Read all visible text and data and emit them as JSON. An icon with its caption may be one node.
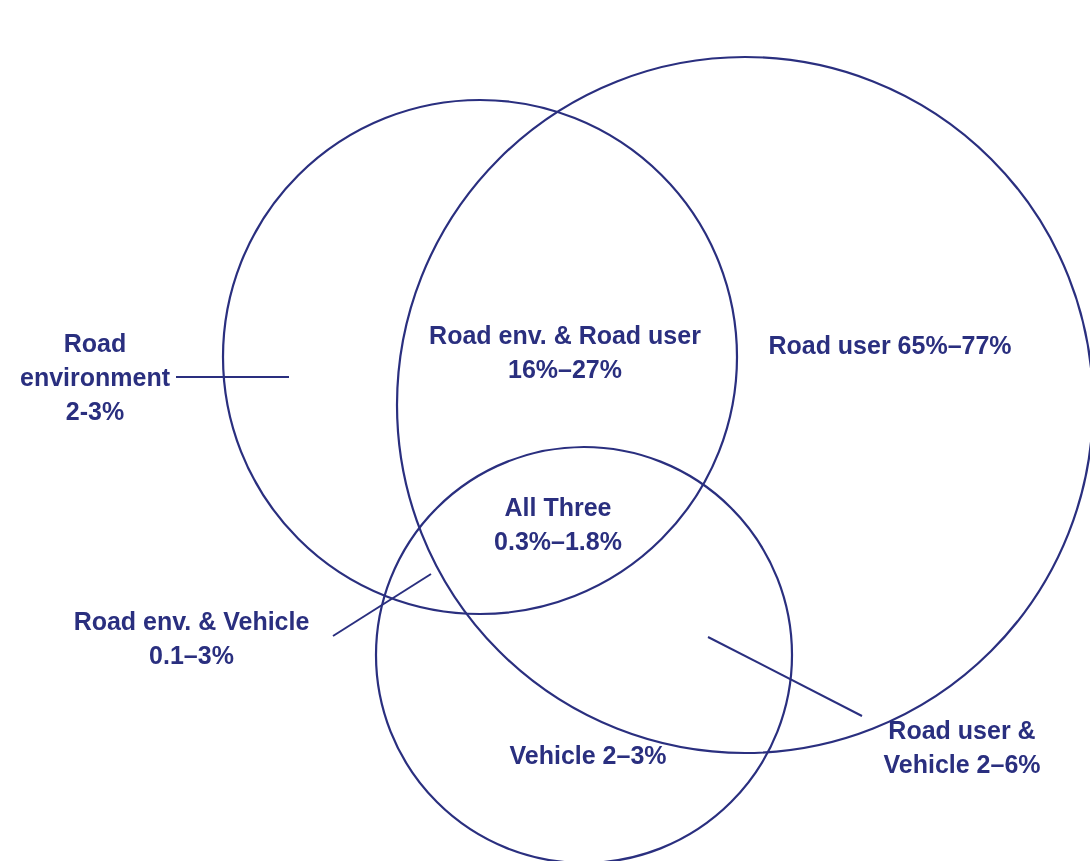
{
  "diagram": {
    "nodes": [
      {
        "text": [],
        "shape": "circle"
      },
      {
        "text": [
          "Road user 65%–77%"
        ]
      },
      {
        "text": [
          "Vehicle 2–3%"
        ]
      },
      {
        "text": [
          "Road environment 2-3%"
        ]
      },
      {
        "text": [
          "Road env. & Vehicle 0.1–3%"
        ]
      },
      {
        "text": [
          "Road user & Vehicle 2–6%"
        ]
      }
    ],
    "edges": [
      {
        "from": 3,
        "to": 0,
        "arrow": "none"
      },
      {
        "from": 4,
        "to": 2,
        "arrow": "none"
      },
      {
        "from": 5,
        "to": 2,
        "arrow": "none"
      }
    ],
    "labels": [
      "Road env. & Road user 16%–27%",
      "All Three 0.3%–1.8%"
    ]
  }
}
